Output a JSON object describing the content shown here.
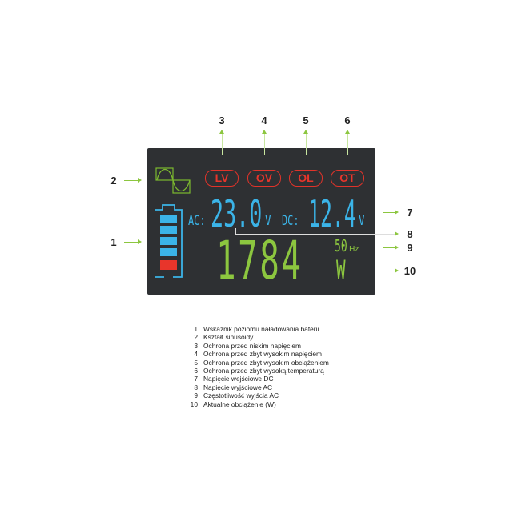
{
  "callouts": [
    "1",
    "2",
    "3",
    "4",
    "5",
    "6",
    "7",
    "8",
    "9",
    "10"
  ],
  "badges": [
    "LV",
    "OV",
    "OL",
    "OT"
  ],
  "display": {
    "ac_label": "AC:",
    "ac_value": "23.0",
    "ac_unit": "V",
    "dc_label": "DC:",
    "dc_value": "12.4",
    "dc_unit": "V",
    "load_value": "1784",
    "load_unit": "W",
    "freq_value": "50",
    "freq_unit": "Hz",
    "battery_bars": 5
  },
  "colors": {
    "blue": "#3bb4e8",
    "green": "#8cc63f",
    "red": "#e8352b",
    "panel": "#2e3033"
  },
  "legend": [
    {
      "n": "1",
      "t": "Wskaźnik poziomu naładowania baterii"
    },
    {
      "n": "2",
      "t": "Kształt sinusoidy"
    },
    {
      "n": "3",
      "t": "Ochrona przed niskim napięciem"
    },
    {
      "n": "4",
      "t": "Ochrona przed zbyt wysokim napięciem"
    },
    {
      "n": "5",
      "t": "Ochrona przed zbyt wysokim obciążeniem"
    },
    {
      "n": "6",
      "t": "Ochrona przed zbyt wysoką temperaturą"
    },
    {
      "n": "7",
      "t": "Napięcie wejściowe DC"
    },
    {
      "n": "8",
      "t": "Napięcie wyjściowe AC"
    },
    {
      "n": "9",
      "t": "Częstotliwość wyjścia AC"
    },
    {
      "n": "10",
      "t": "Aktualne obciążenie (W)"
    }
  ]
}
